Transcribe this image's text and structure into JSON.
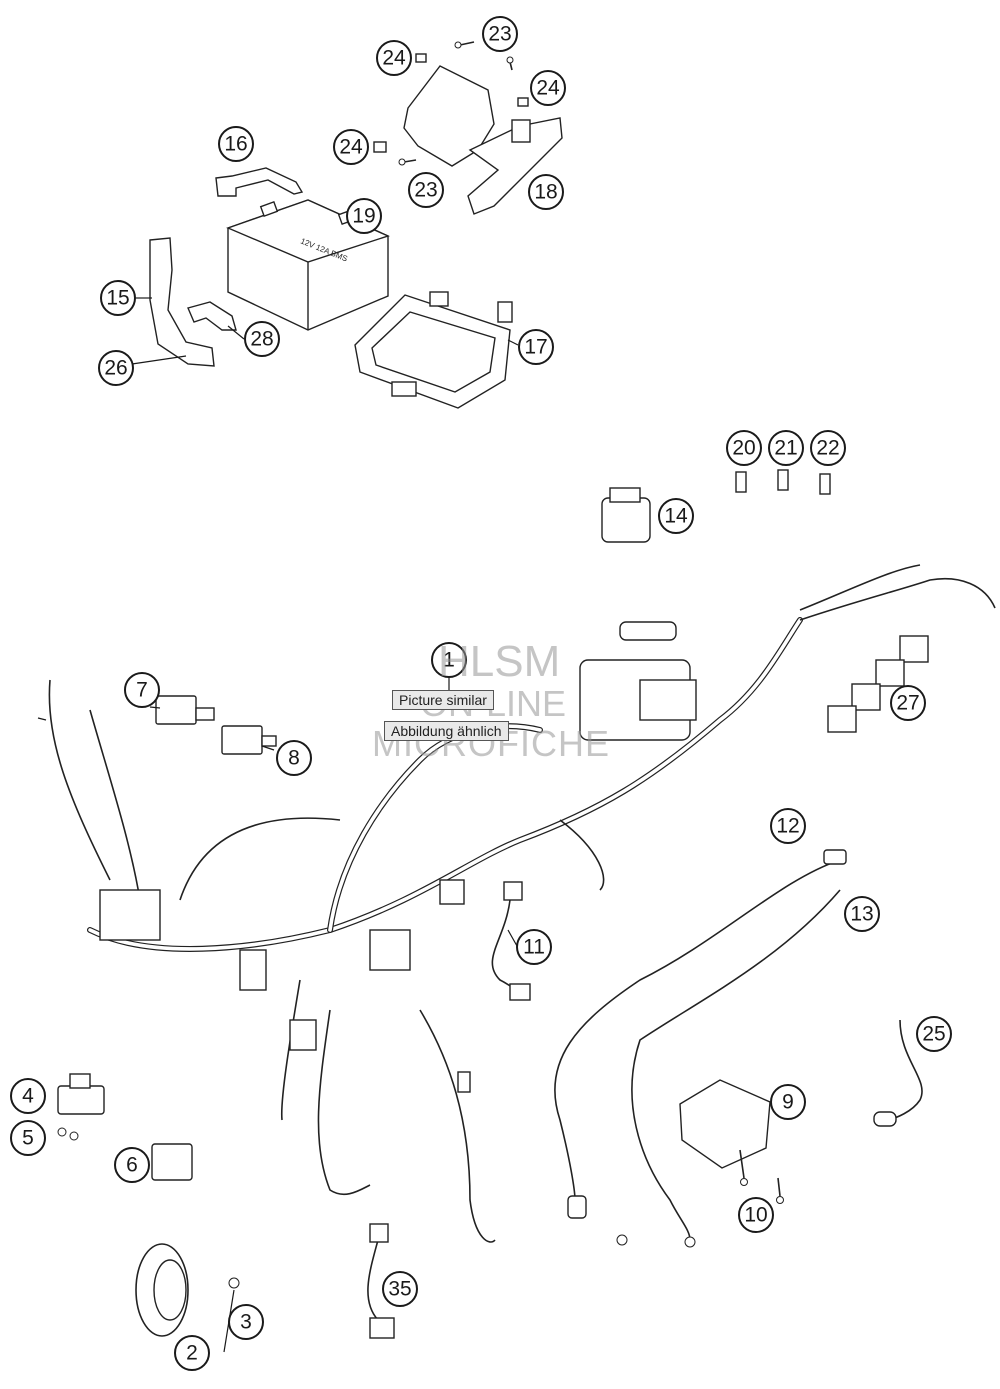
{
  "callouts": [
    {
      "id": "1",
      "label": "1"
    },
    {
      "id": "2",
      "label": "2"
    },
    {
      "id": "3",
      "label": "3"
    },
    {
      "id": "4",
      "label": "4"
    },
    {
      "id": "5",
      "label": "5"
    },
    {
      "id": "6",
      "label": "6"
    },
    {
      "id": "7",
      "label": "7"
    },
    {
      "id": "8",
      "label": "8"
    },
    {
      "id": "9",
      "label": "9"
    },
    {
      "id": "10",
      "label": "10"
    },
    {
      "id": "11",
      "label": "11"
    },
    {
      "id": "12",
      "label": "12"
    },
    {
      "id": "13",
      "label": "13"
    },
    {
      "id": "14",
      "label": "14"
    },
    {
      "id": "15",
      "label": "15"
    },
    {
      "id": "16",
      "label": "16"
    },
    {
      "id": "17",
      "label": "17"
    },
    {
      "id": "18",
      "label": "18"
    },
    {
      "id": "19",
      "label": "19"
    },
    {
      "id": "20",
      "label": "20"
    },
    {
      "id": "21",
      "label": "21"
    },
    {
      "id": "22",
      "label": "22"
    },
    {
      "id": "23a",
      "label": "23"
    },
    {
      "id": "23b",
      "label": "23"
    },
    {
      "id": "24a",
      "label": "24"
    },
    {
      "id": "24b",
      "label": "24"
    },
    {
      "id": "24c",
      "label": "24"
    },
    {
      "id": "25",
      "label": "25"
    },
    {
      "id": "26",
      "label": "26"
    },
    {
      "id": "27",
      "label": "27"
    },
    {
      "id": "28",
      "label": "28"
    },
    {
      "id": "35",
      "label": "35"
    }
  ],
  "stamp": {
    "line_en": "Picture similar",
    "line_de": "Abbildung ähnlich"
  },
  "watermark": {
    "line1": "HLSM",
    "line2": "ON-LINE",
    "line3": "MICROFICHE"
  },
  "battery_label": "12V 12A BMS",
  "colors": {
    "ink": "#1a1a1a",
    "watermark": "#969696",
    "stamp_bg": "#e9e9e9"
  }
}
